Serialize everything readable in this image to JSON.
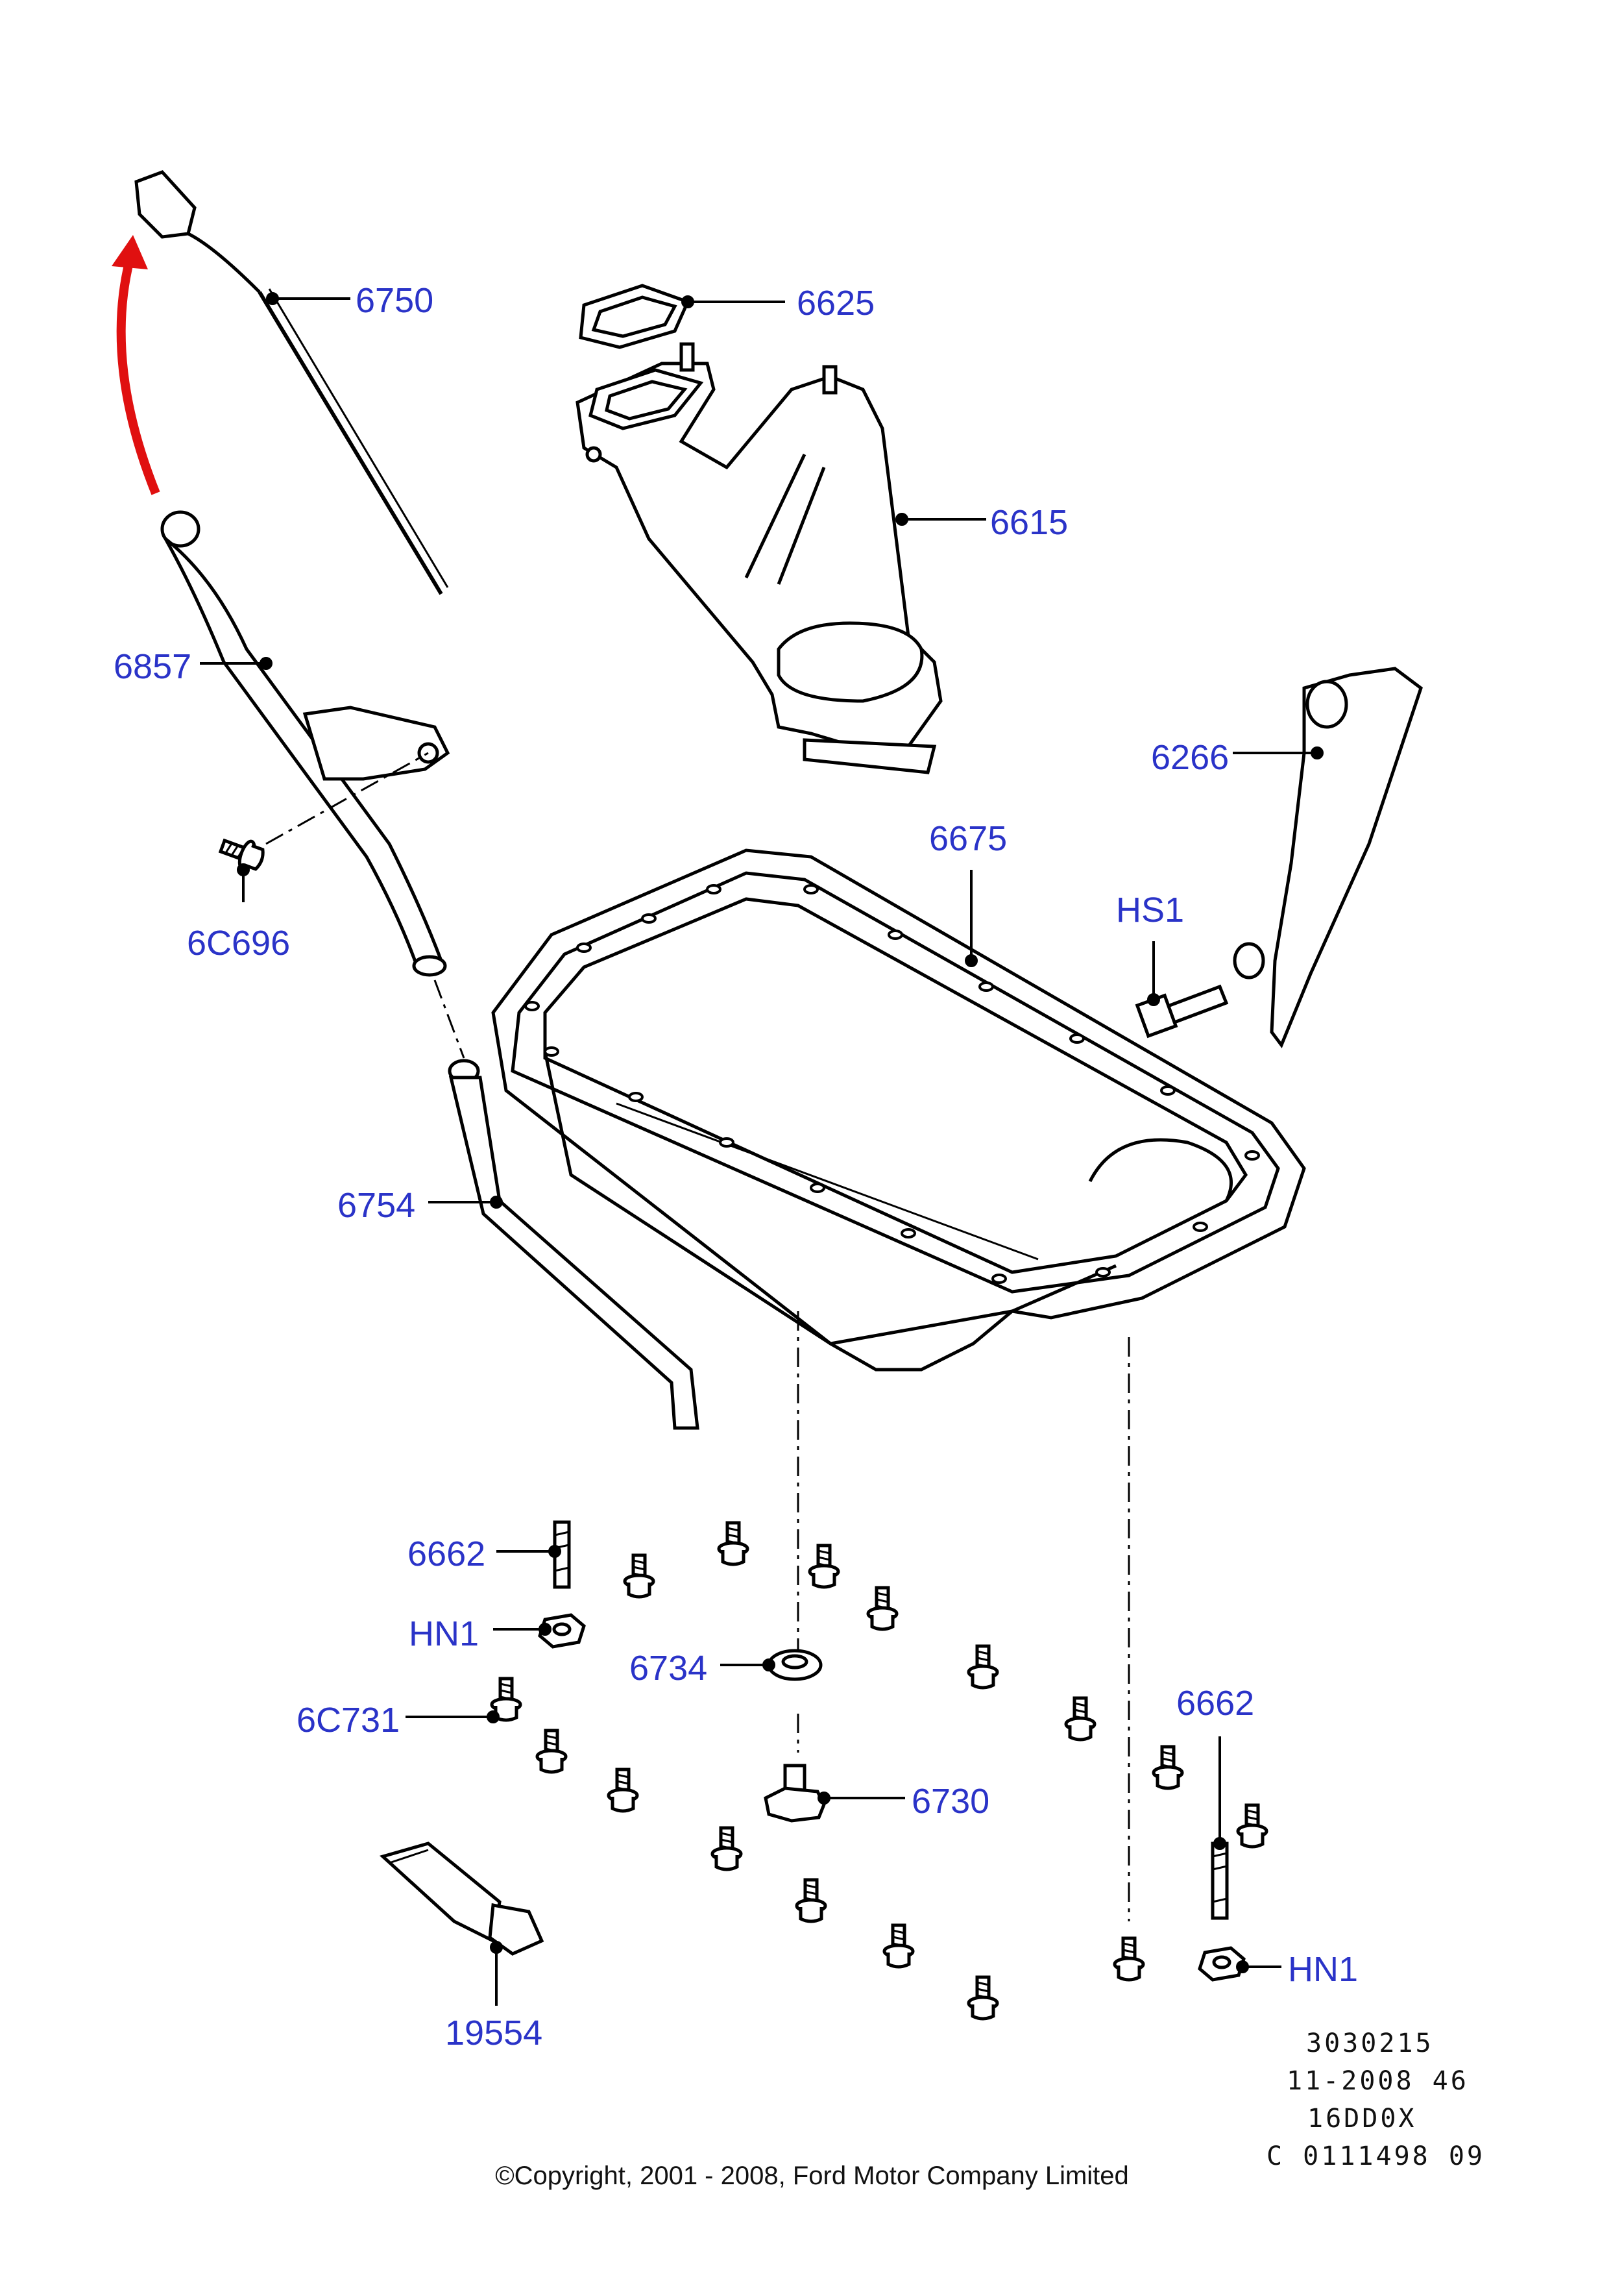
{
  "labels": {
    "dipstick": "6750",
    "gasket": "6625",
    "pickup": "6615",
    "dipstick_tube": "6857",
    "baffle": "6266",
    "oil_pan": "6675",
    "bolt_hs1": "HS1",
    "bolt_6c696": "6C696",
    "tube_lower": "6754",
    "stud_left": "6662",
    "nut_left": "HN1",
    "washer": "6734",
    "bolt_6c731": "6C731",
    "drain_plug": "6730",
    "stud_right": "6662",
    "sealant": "19554",
    "nut_right": "HN1"
  },
  "reference": {
    "line1": "3030215",
    "line2": "11-2008 46",
    "line3": "16DD0X",
    "line4": "C 0111498 09"
  },
  "copyright": "©Copyright, 2001 - 2008, Ford Motor Company Limited",
  "colors": {
    "label": "#2a33c8",
    "line": "#000000",
    "arrow": "#e01010"
  }
}
